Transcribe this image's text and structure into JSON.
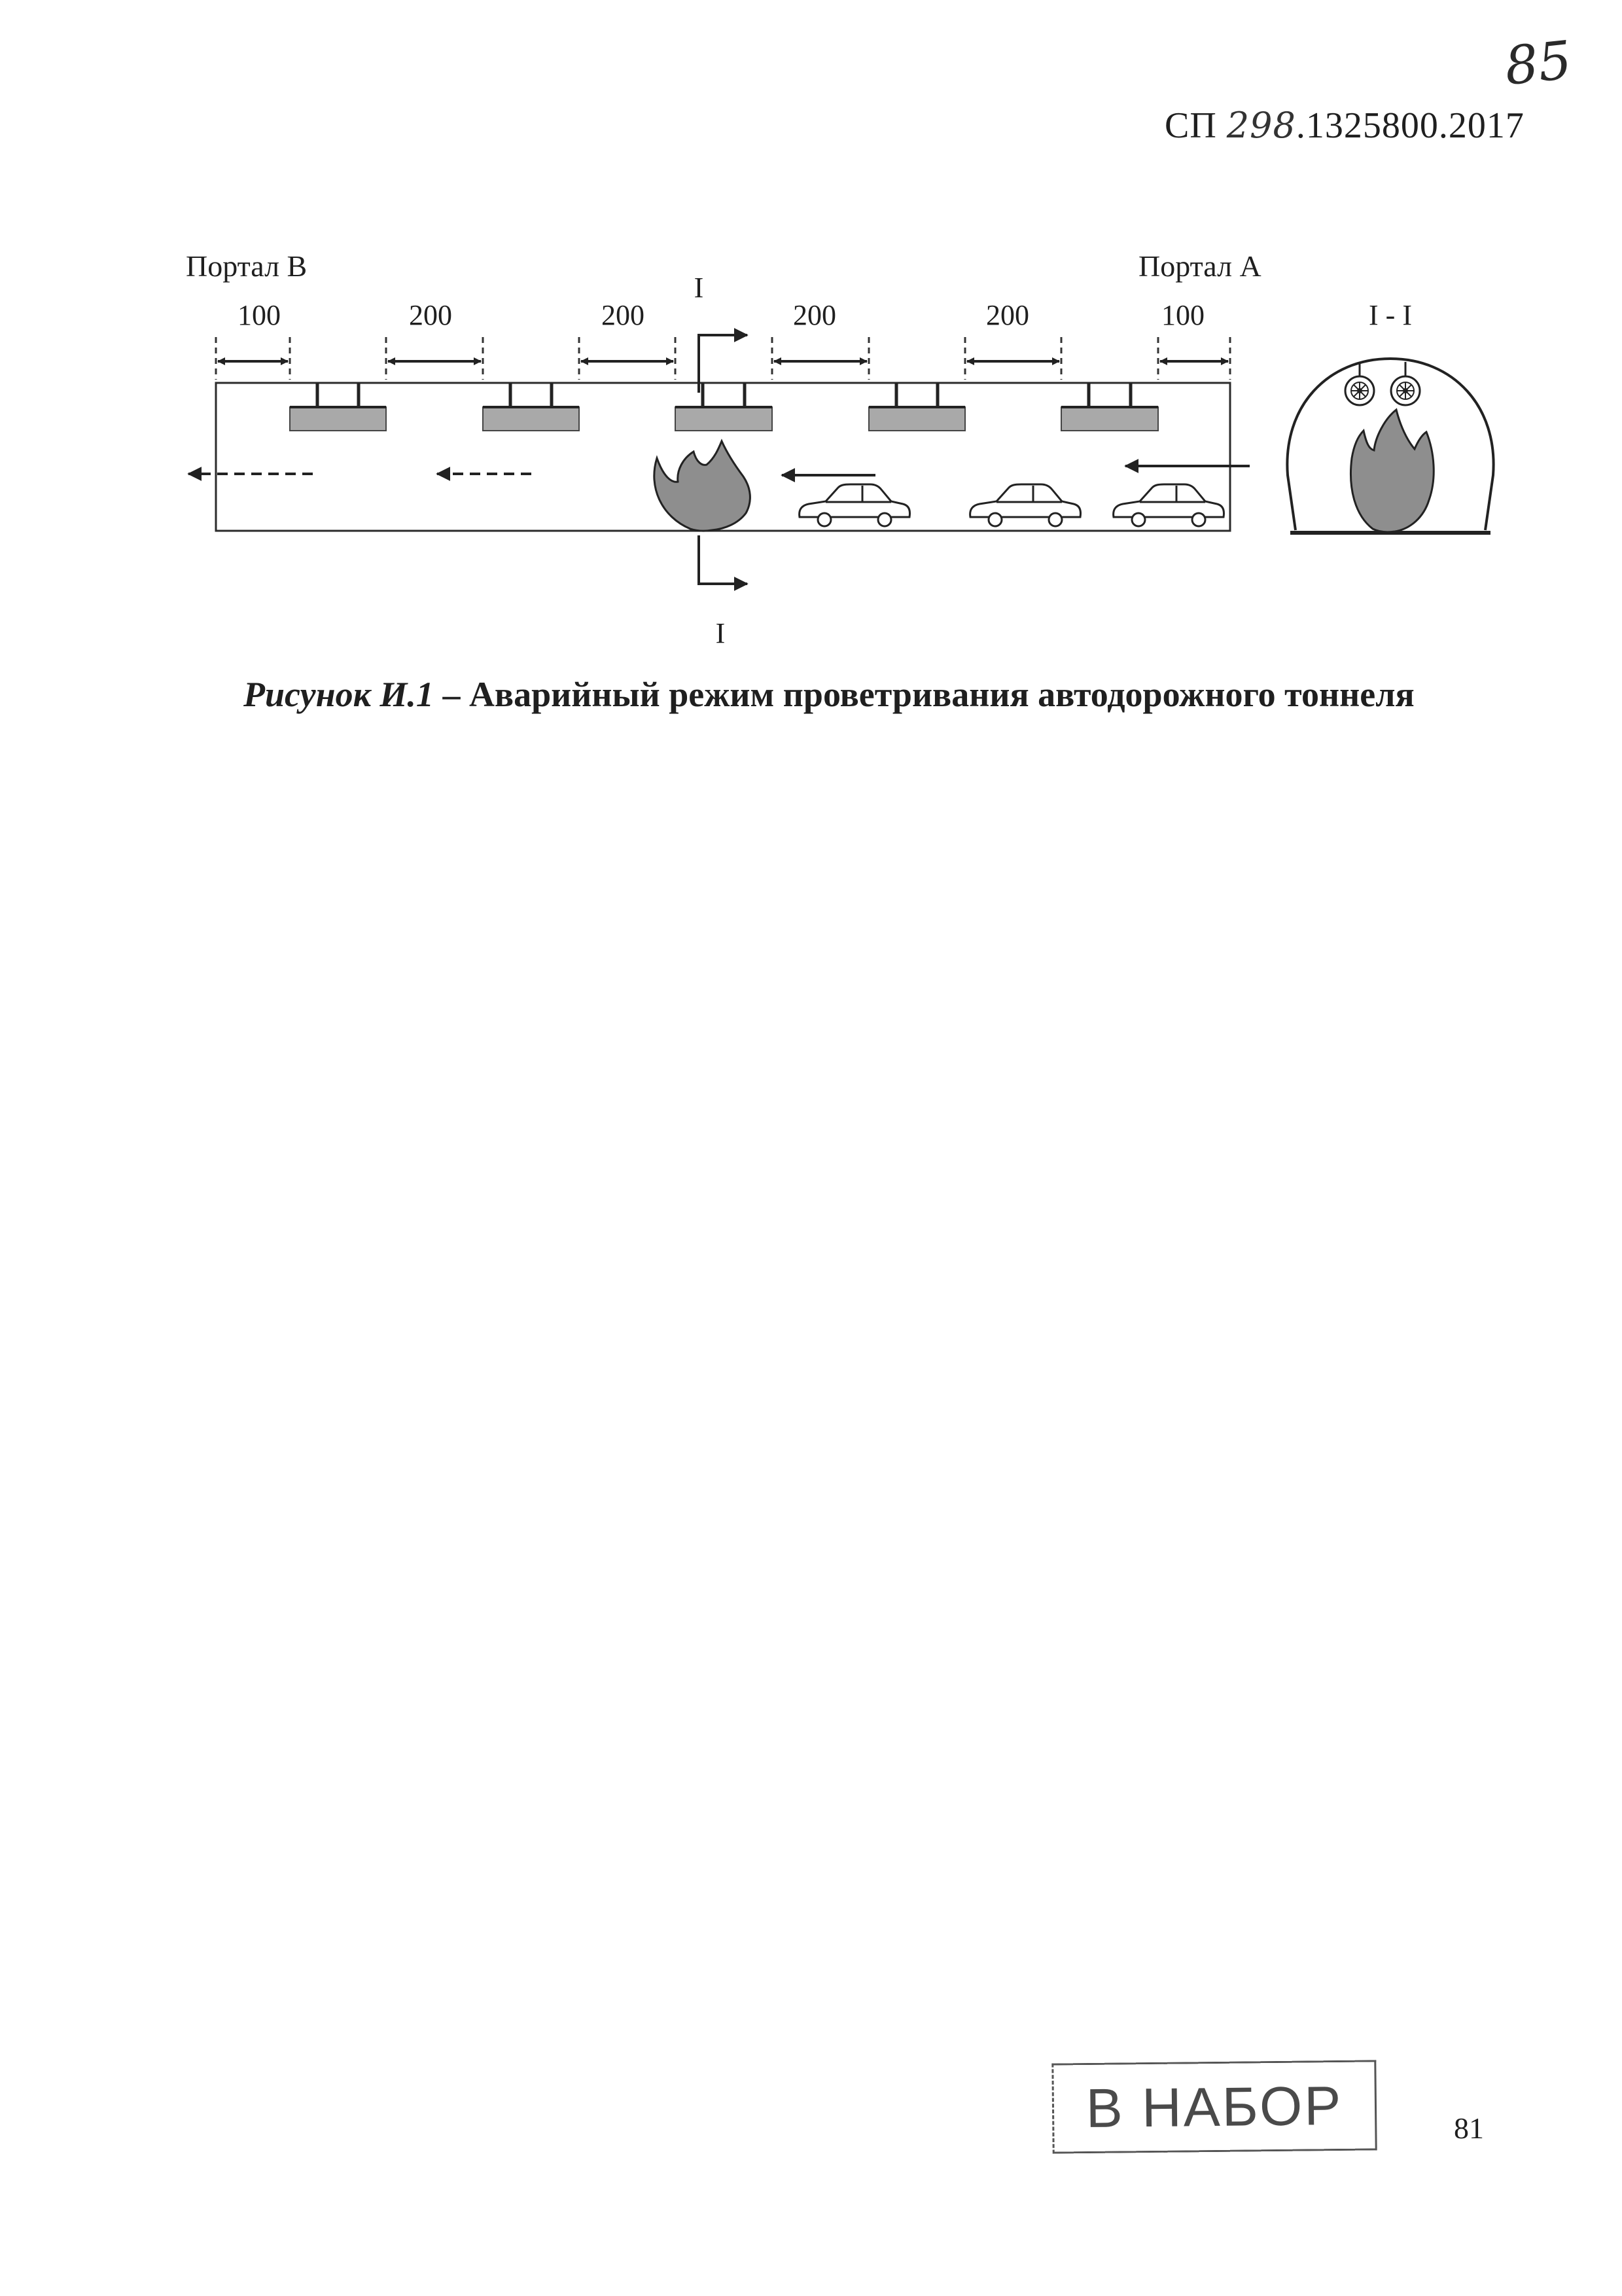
{
  "header": {
    "handwritten_number": "85",
    "doc_prefix": "СП ",
    "doc_handwritten": "298",
    "doc_suffix": ".1325800.2017"
  },
  "figure": {
    "portal_left": "Портал  В",
    "portal_right": "Портал  А",
    "distances": [
      "100",
      "200",
      "200",
      "200",
      "200",
      "100"
    ],
    "section_mark_top": "I",
    "section_mark_bottom": "I",
    "section_label": "I - I"
  },
  "caption": {
    "figure_label": "Рисунок И.1",
    "dash": " – ",
    "title": "Аварийный режим проветривания автодорожного тоннеля"
  },
  "stamp": {
    "text": "В НАБОР"
  },
  "footer": {
    "page_number": "81"
  }
}
